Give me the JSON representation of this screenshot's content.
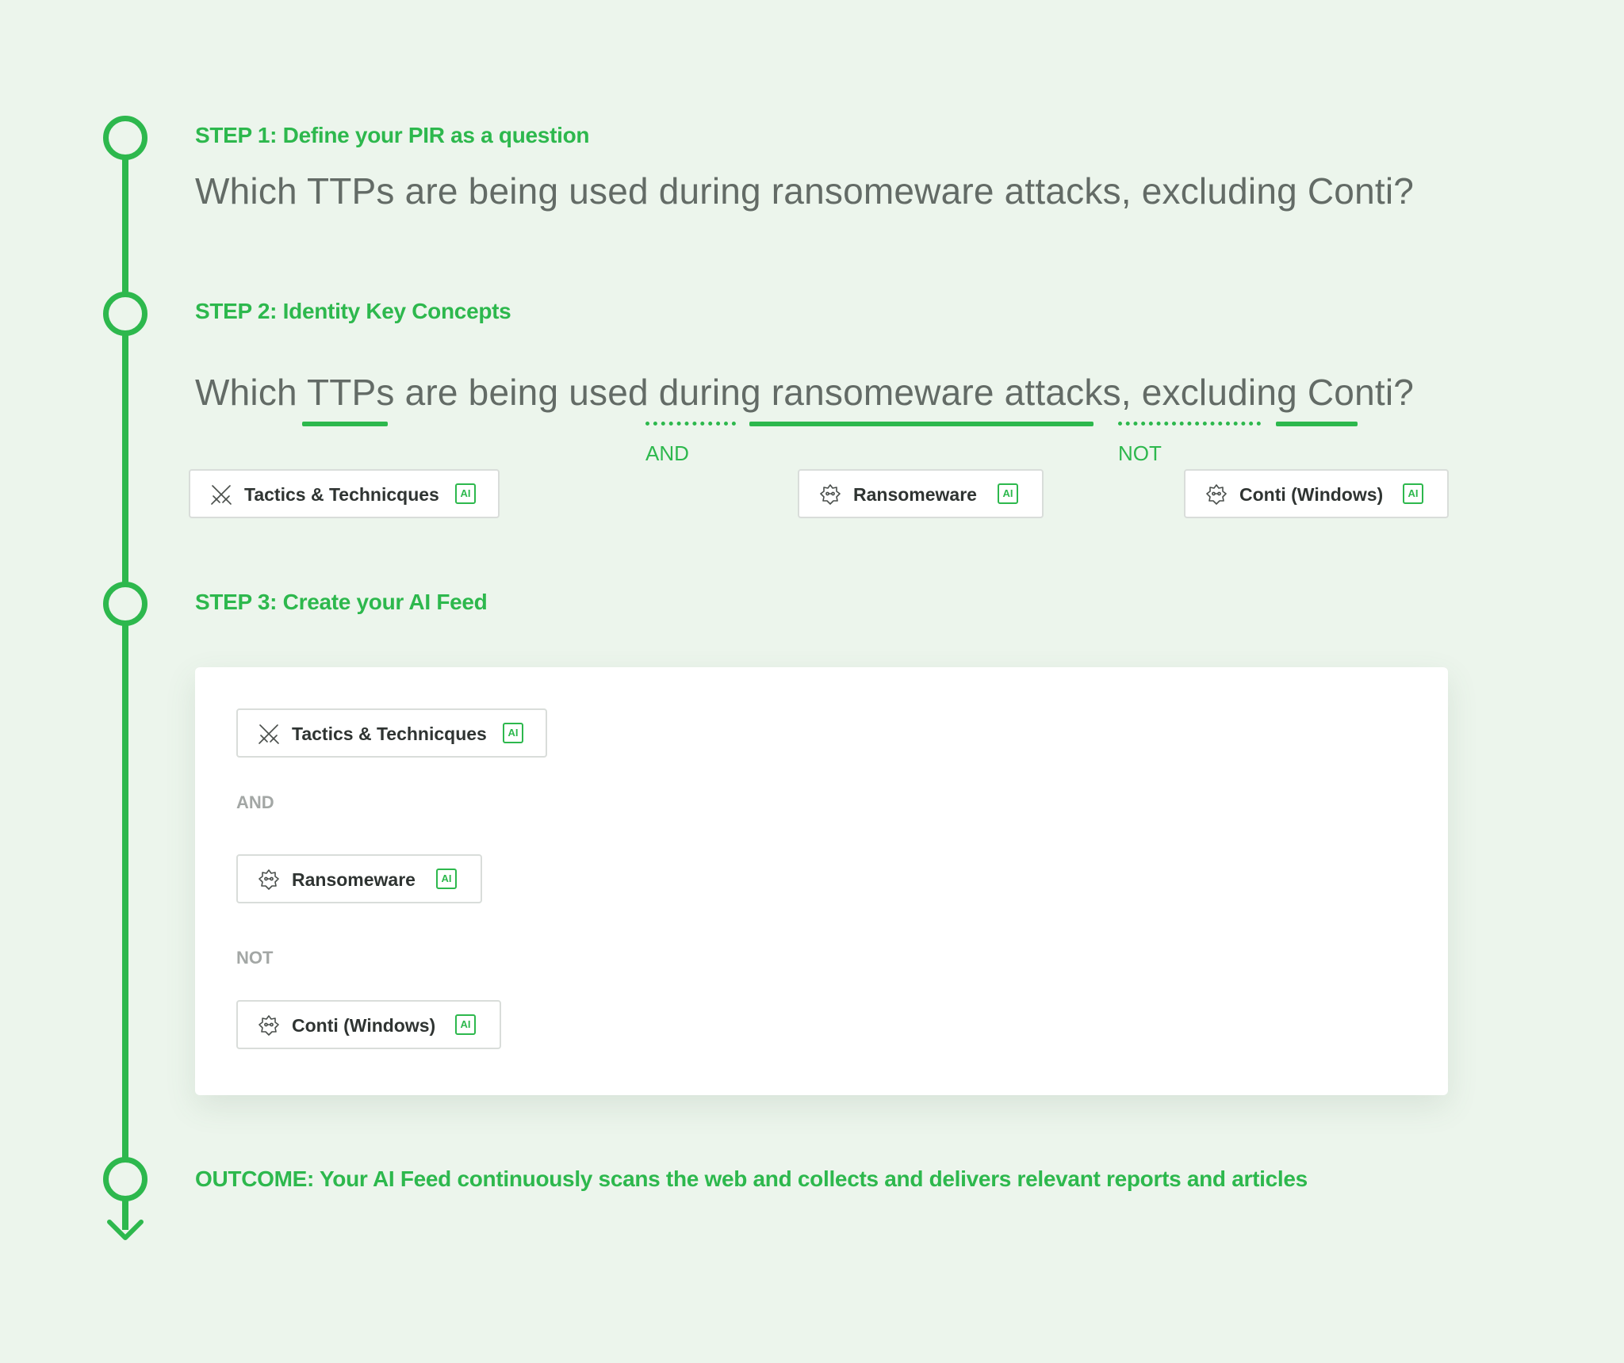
{
  "colors": {
    "accent": "#2db84d",
    "background": "#ecf5ec",
    "question_text": "#636b66",
    "chip_border": "#d9ddda"
  },
  "steps": {
    "step1": {
      "title": "STEP 1: Define your PIR as a question",
      "question": "Which TTPs are being used during ransomeware attacks, excluding Conti?"
    },
    "step2": {
      "title": "STEP 2: Identity Key Concepts",
      "question": "Which TTPs are being used during ransomeware attacks, excluding Conti?",
      "and_label": "AND",
      "not_label": "NOT",
      "concepts": [
        {
          "label": "Tactics & Technicques",
          "icon": "crossed-swords-icon",
          "badge": "AI"
        },
        {
          "label": "Ransomeware",
          "icon": "malware-bug-icon",
          "badge": "AI"
        },
        {
          "label": "Conti (Windows)",
          "icon": "malware-bug-icon",
          "badge": "AI"
        }
      ]
    },
    "step3": {
      "title": "STEP 3: Create your AI Feed",
      "feed": {
        "items": [
          {
            "label": "Tactics & Technicques",
            "icon": "crossed-swords-icon",
            "badge": "AI"
          },
          {
            "label": "Ransomeware",
            "icon": "malware-bug-icon",
            "badge": "AI"
          },
          {
            "label": "Conti (Windows)",
            "icon": "malware-bug-icon",
            "badge": "AI"
          }
        ],
        "operators": [
          "AND",
          "NOT"
        ]
      }
    }
  },
  "outcome": "OUTCOME: Your AI Feed continuously scans the web and collects and delivers relevant reports and articles"
}
